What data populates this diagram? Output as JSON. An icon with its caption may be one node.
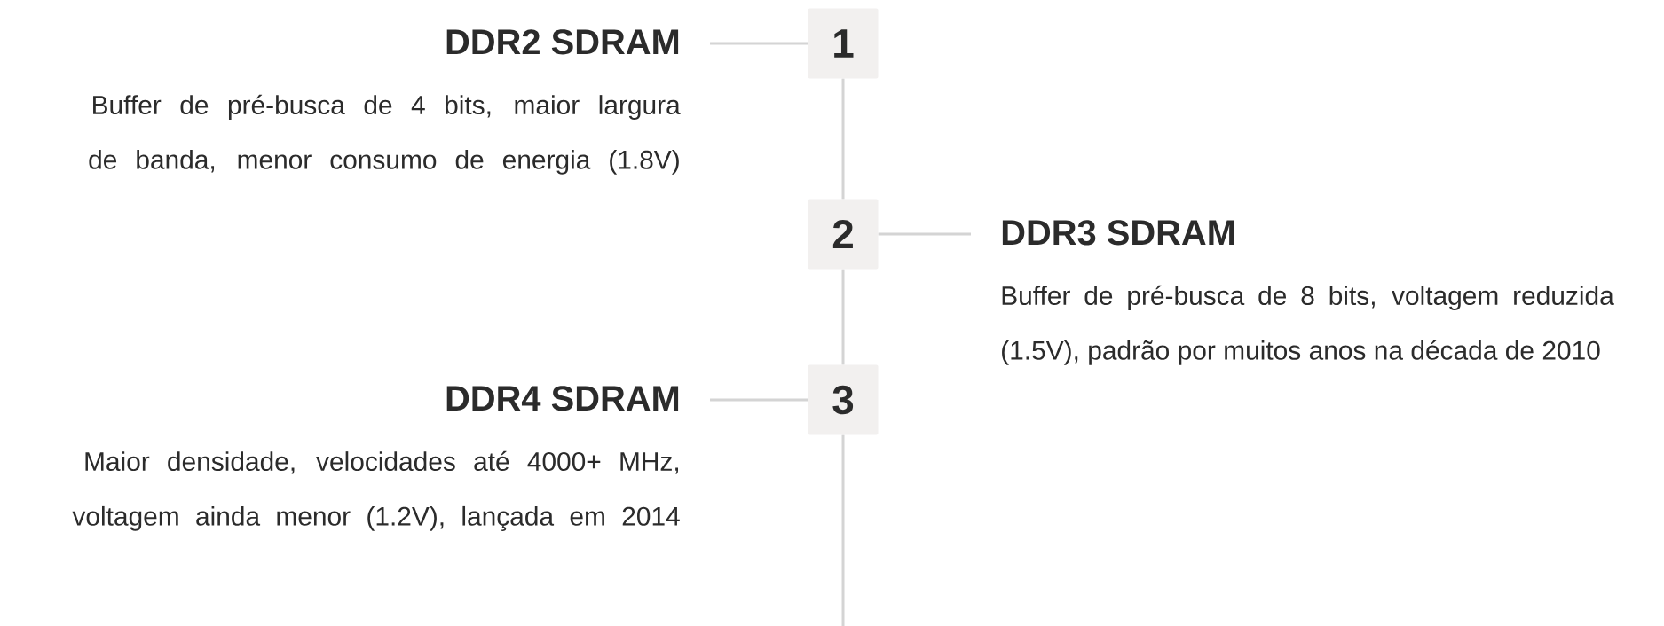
{
  "diagram": {
    "nodes": [
      {
        "text": [
          "DDR2 SDRAM",
          "Buffer de pré-busca de 4 bits, maior largura de banda, menor consumo de energia (1.8V)"
        ]
      },
      {
        "text": [
          "1"
        ]
      },
      {
        "text": [
          "2"
        ]
      },
      {
        "text": [
          "DDR3 SDRAM",
          "Buffer de pré-busca de 8 bits, voltagem reduzida (1.5V), padrão por muitos anos na década de 2010"
        ]
      },
      {
        "text": [
          "DDR4 SDRAM",
          "Maior densidade, velocidades até 4000+ MHz, voltagem ainda menor (1.2V), lançada em 2014"
        ]
      },
      {
        "text": [
          "3"
        ]
      }
    ],
    "edges": [
      {
        "from": 1,
        "to": 0,
        "arrow": "none"
      },
      {
        "from": 1,
        "to": 2,
        "arrow": "none"
      },
      {
        "from": 2,
        "to": 3,
        "arrow": "none"
      },
      {
        "from": 5,
        "to": 4,
        "arrow": "none"
      },
      {
        "from": 2,
        "to": 5,
        "arrow": "none"
      },
      {
        "from": 5,
        "to": null,
        "arrow": "none"
      }
    ]
  }
}
